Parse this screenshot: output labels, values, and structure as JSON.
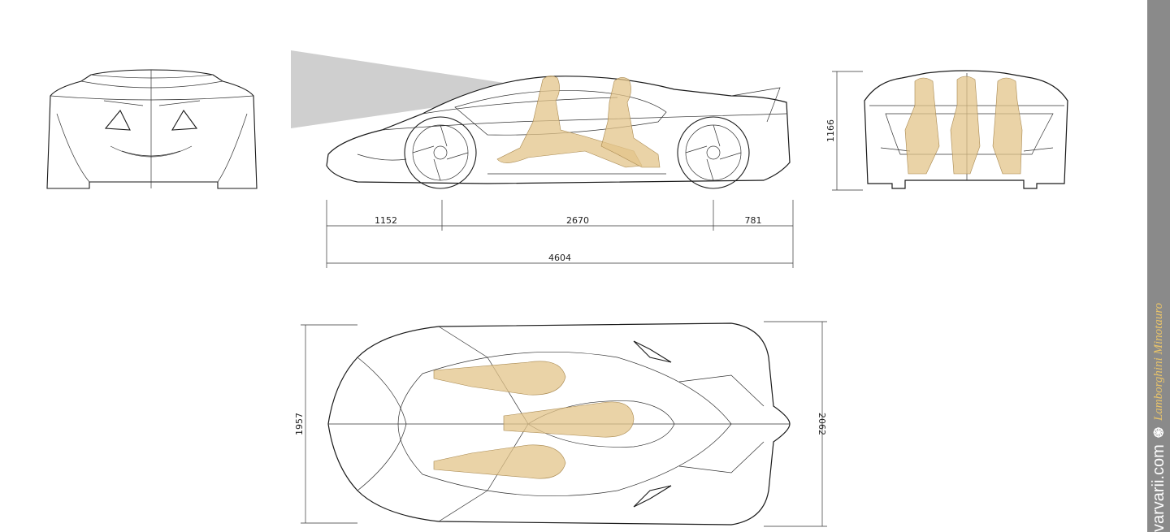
{
  "colors": {
    "accent": "#e3c48a",
    "sidebar": "#8a8a8a",
    "name": "#e9c46a"
  },
  "dimensions": {
    "front_overhang": "1152",
    "wheelbase": "2670",
    "rear_overhang": "781",
    "overall_length": "4604",
    "height": "1166",
    "body_width": "1957",
    "overall_width": "2062"
  },
  "watermark": {
    "site": "varvarii.com",
    "name": "Lamborghini Minotauro",
    "logo_icon": "spiral-logo-icon"
  }
}
